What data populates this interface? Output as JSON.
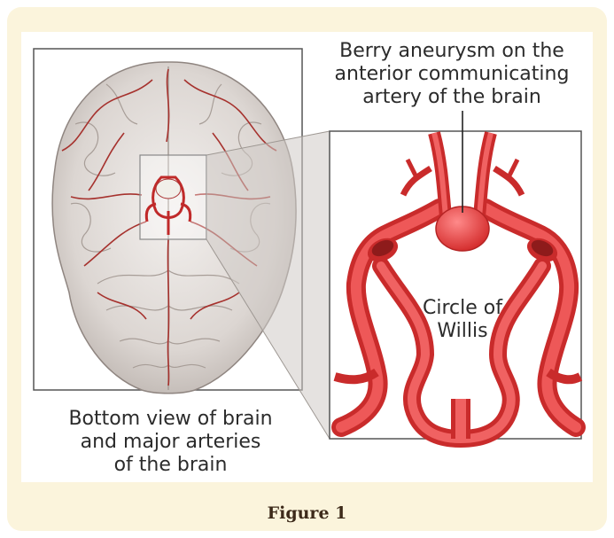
{
  "figure": {
    "caption": "Figure 1",
    "labels": {
      "aneurysm": "Berry aneurysm on the\nanterior communicating\nartery of the brain",
      "circle_of_willis": "Circle of\nWillis",
      "bottom_view": "Bottom view of brain\nand major arteries\nof the brain"
    }
  },
  "colors": {
    "background_panel": "#fbf4dc",
    "artery_red": "#e03a3a",
    "artery_dark": "#b52424",
    "brain_gray": "#e6e2df"
  }
}
